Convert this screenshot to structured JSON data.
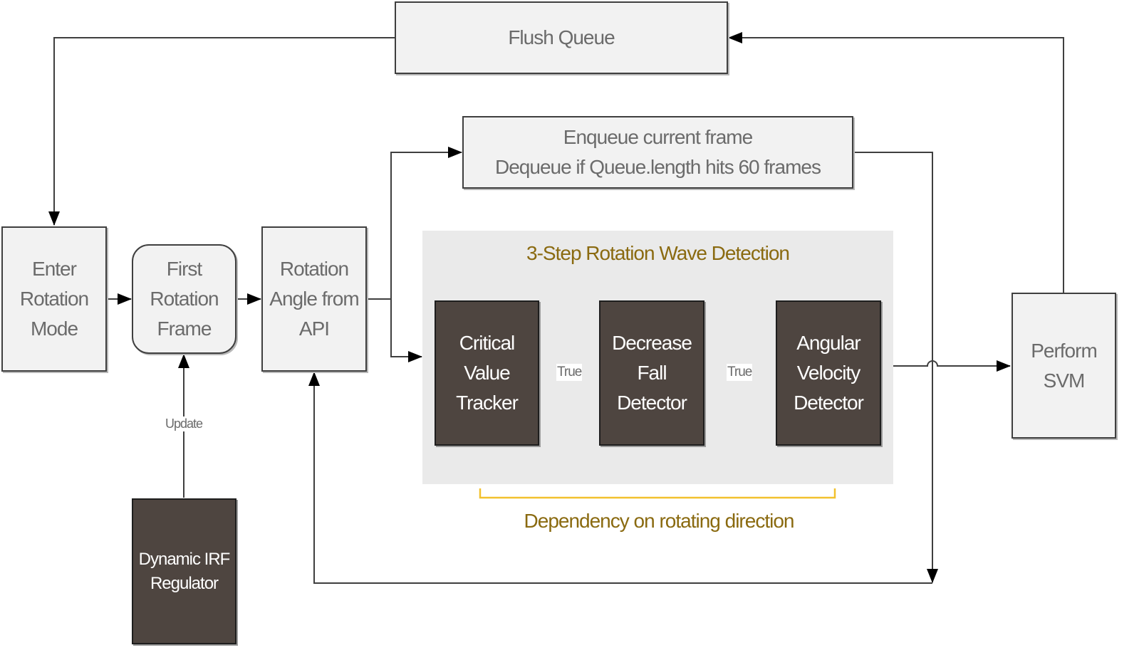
{
  "diagram": {
    "nodes": {
      "flush_queue": "Flush Queue",
      "enqueue": "Enqueue current frame\nDequeue if Queue.length hits 60 frames",
      "enter_rotation_mode": "Enter\nRotation\nMode",
      "first_rotation_frame": "First\nRotation\nFrame",
      "rotation_angle_api": "Rotation\nAngle from\nAPI",
      "critical_value_tracker": "Critical\nValue\nTracker",
      "decrease_fall_detector": "Decrease\nFall Detector",
      "angular_velocity_detector": "Angular\nVelocity\nDetector",
      "perform_svm": "Perform\nSVM",
      "dynamic_irf_regulator": "Dynamic IRF\nRegulator"
    },
    "group": {
      "title": "3-Step Rotation Wave Detection",
      "dependency_label": "Dependency on rotating direction"
    },
    "edge_labels": {
      "true_1": "True",
      "true_2": "True",
      "update": "Update"
    },
    "colors": {
      "light_fill": "#f2f2f2",
      "dark_fill": "#4e4540",
      "group_fill": "#eaeaea",
      "accent_text": "#8a6a10",
      "bracket": "#f2c12e",
      "line": "#3f3f3f"
    }
  }
}
